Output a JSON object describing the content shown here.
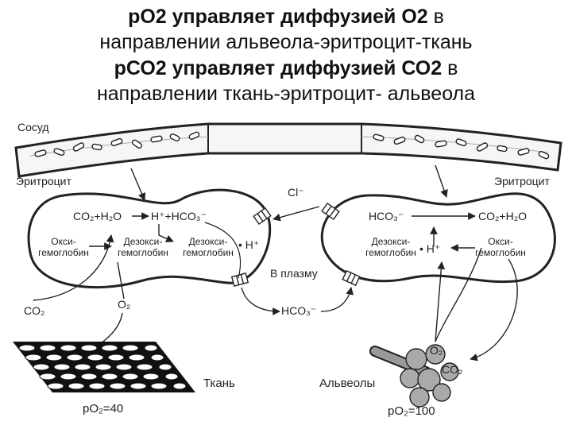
{
  "heading": {
    "line1_bold": "рО2 управляет диффузией О2",
    "line1_rest": " в",
    "line2": "направлении альвеола-эритроцит-ткань",
    "line3_bold": "рСО2 управляет диффузией СО2",
    "line3_rest": " в",
    "line4": "направлении ткань-эритроцит- альвеола"
  },
  "labels": {
    "vessel": "Сосуд",
    "rbc_left": "Эритроцит",
    "rbc_right": "Эритроцит",
    "tissue": "Ткань",
    "alveoli": "Альвеолы",
    "to_plasma": "В плазму",
    "po2_tissue": "pO₂=40",
    "po2_alveoli": "pO₂=100"
  },
  "left_cell": {
    "reaction": "CO₂+H₂O",
    "ions": "H⁺+HCO₃⁻",
    "oxy1": "Окси-",
    "oxy2": "гемоглобин",
    "deoxy_a1": "Дезокси-",
    "deoxy_a2": "гемоглобин",
    "deoxy_b1": "Дезокси-",
    "deoxy_b2": "гемоглобин",
    "hplus": "• H⁺"
  },
  "right_cell": {
    "ions": "HCO₃⁻",
    "reaction": "CO₂+H₂O",
    "deoxy1": "Дезокси-",
    "deoxy2": "гемоглобин",
    "hplus": "• H⁺",
    "oxy1": "Окси-",
    "oxy2": "гемоглобин"
  },
  "plasma": {
    "cl": "Cl⁻",
    "hco3": "HCO₃⁻"
  },
  "gases": {
    "co2_tissue": "CO₂",
    "o2_tissue": "O₂",
    "o2_alveoli": "O₂",
    "co2_alveoli": "CO₂"
  }
}
